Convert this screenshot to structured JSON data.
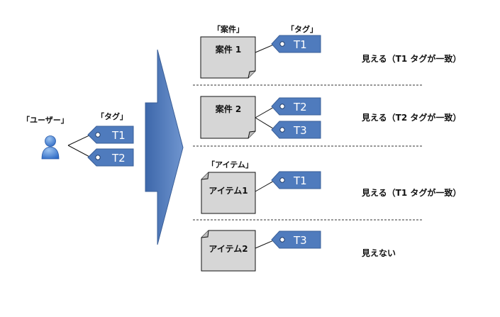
{
  "user": {
    "label": "「ユーザー」",
    "tag_group_label": "「タグ」",
    "tags": [
      "T1",
      "T2"
    ]
  },
  "projects": {
    "section_label": "「案件」",
    "tag_group_label": "「タグ」",
    "items": [
      {
        "name": "案件 1",
        "tags": [
          "T1"
        ],
        "result": "見える（T1 タグが一致）"
      },
      {
        "name": "案件 2",
        "tags": [
          "T2",
          "T3"
        ],
        "result": "見える（T2 タグが一致）"
      }
    ]
  },
  "items_section": {
    "section_label": "「アイテム」",
    "items": [
      {
        "name": "アイテム1",
        "tags": [
          "T1"
        ],
        "result": "見える（T1 タグが一致）"
      },
      {
        "name": "アイテム2",
        "tags": [
          "T3"
        ],
        "result": "見えない"
      }
    ]
  },
  "colors": {
    "tag_fill": "#4f7bbd",
    "tag_stroke": "#3a5f98",
    "doc_fill": "#d6d6d6",
    "arrow": "#4a73b5"
  }
}
